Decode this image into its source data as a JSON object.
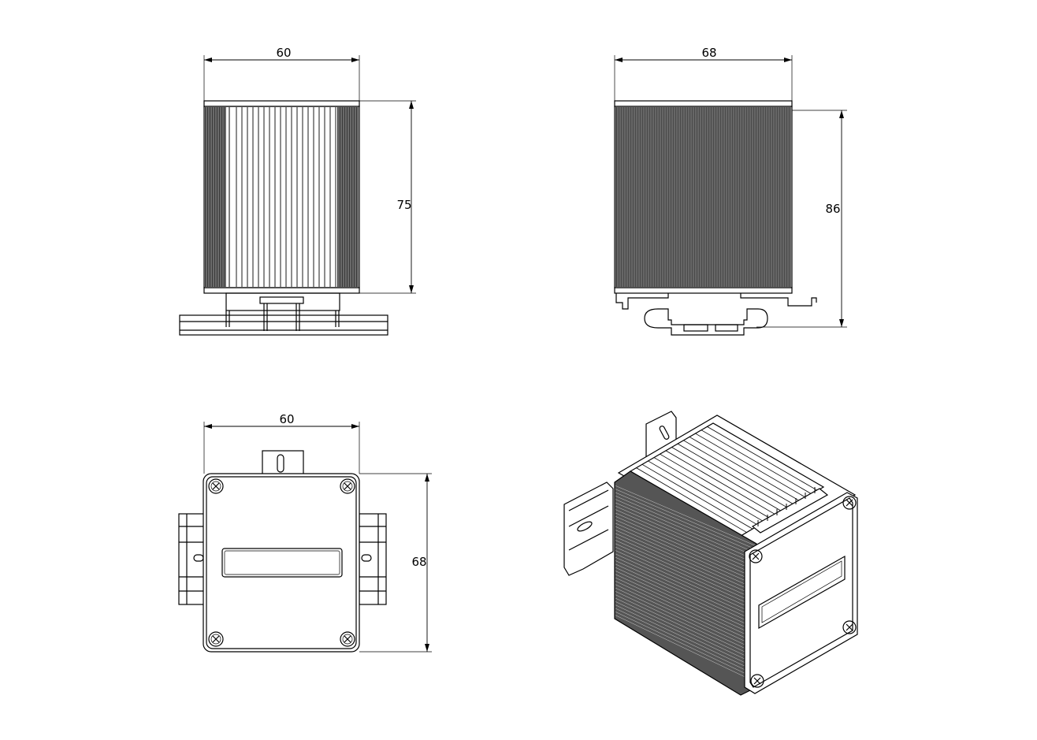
{
  "dimensions": {
    "front_width": "60",
    "front_height": "75",
    "side_width": "68",
    "side_height": "86",
    "top_width": "60",
    "top_depth": "68"
  },
  "colors": {
    "line": "#000000",
    "background": "#ffffff"
  }
}
